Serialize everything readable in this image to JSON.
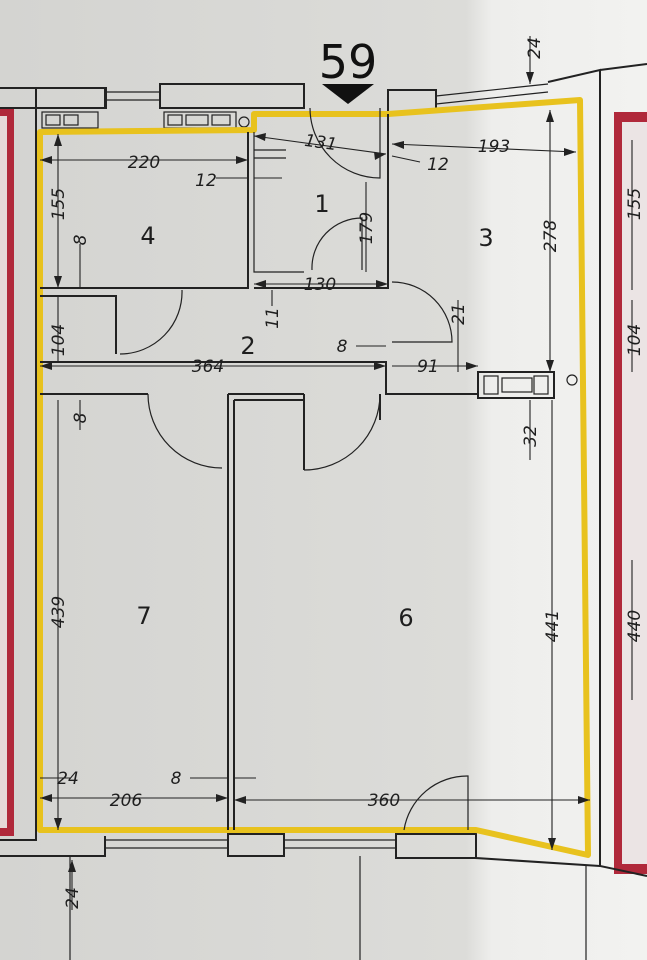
{
  "apartment_number": "59",
  "rooms": [
    "1",
    "2",
    "3",
    "4",
    "6",
    "7"
  ],
  "dimensions": [
    "131",
    "220",
    "12",
    "12",
    "193",
    "24",
    "155",
    "8",
    "179",
    "278",
    "130",
    "11",
    "21",
    "104",
    "364",
    "8",
    "91",
    "8",
    "32",
    "439",
    "441",
    "24",
    "206",
    "8",
    "360",
    "24",
    "155",
    "104",
    "440"
  ],
  "colors": {
    "outline": "#e8c21e",
    "wall": "#222222",
    "neighbour": "#b0283a",
    "paper": "#d9d9d6"
  }
}
